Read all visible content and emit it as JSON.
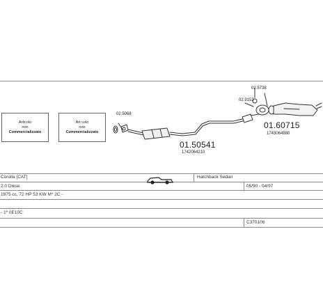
{
  "stamps": [
    {
      "line1": "Articolo",
      "line2": "non",
      "line3": "Commercializzato"
    },
    {
      "line1": "Art colo",
      "line2": "non",
      "line3": "Commercializzato"
    }
  ],
  "parts": {
    "p1": {
      "num": "01.50541",
      "code": "1742064210"
    },
    "p2": {
      "num": "01.60715",
      "code": "1743064880"
    },
    "small_a": "02.5068",
    "small_b": "02.5738",
    "small_c": "02.9152"
  },
  "table": {
    "model": "Corolla [CAT]",
    "body": "Hatchback Sedan",
    "engine": "2.0 Diese",
    "years": "05/90 - 04/97",
    "specs": "1975 cc, 72 HP 53 KW M* 2C -",
    "engine_code": "- 1* 0E10C",
    "catalog_ref": "C370106"
  }
}
